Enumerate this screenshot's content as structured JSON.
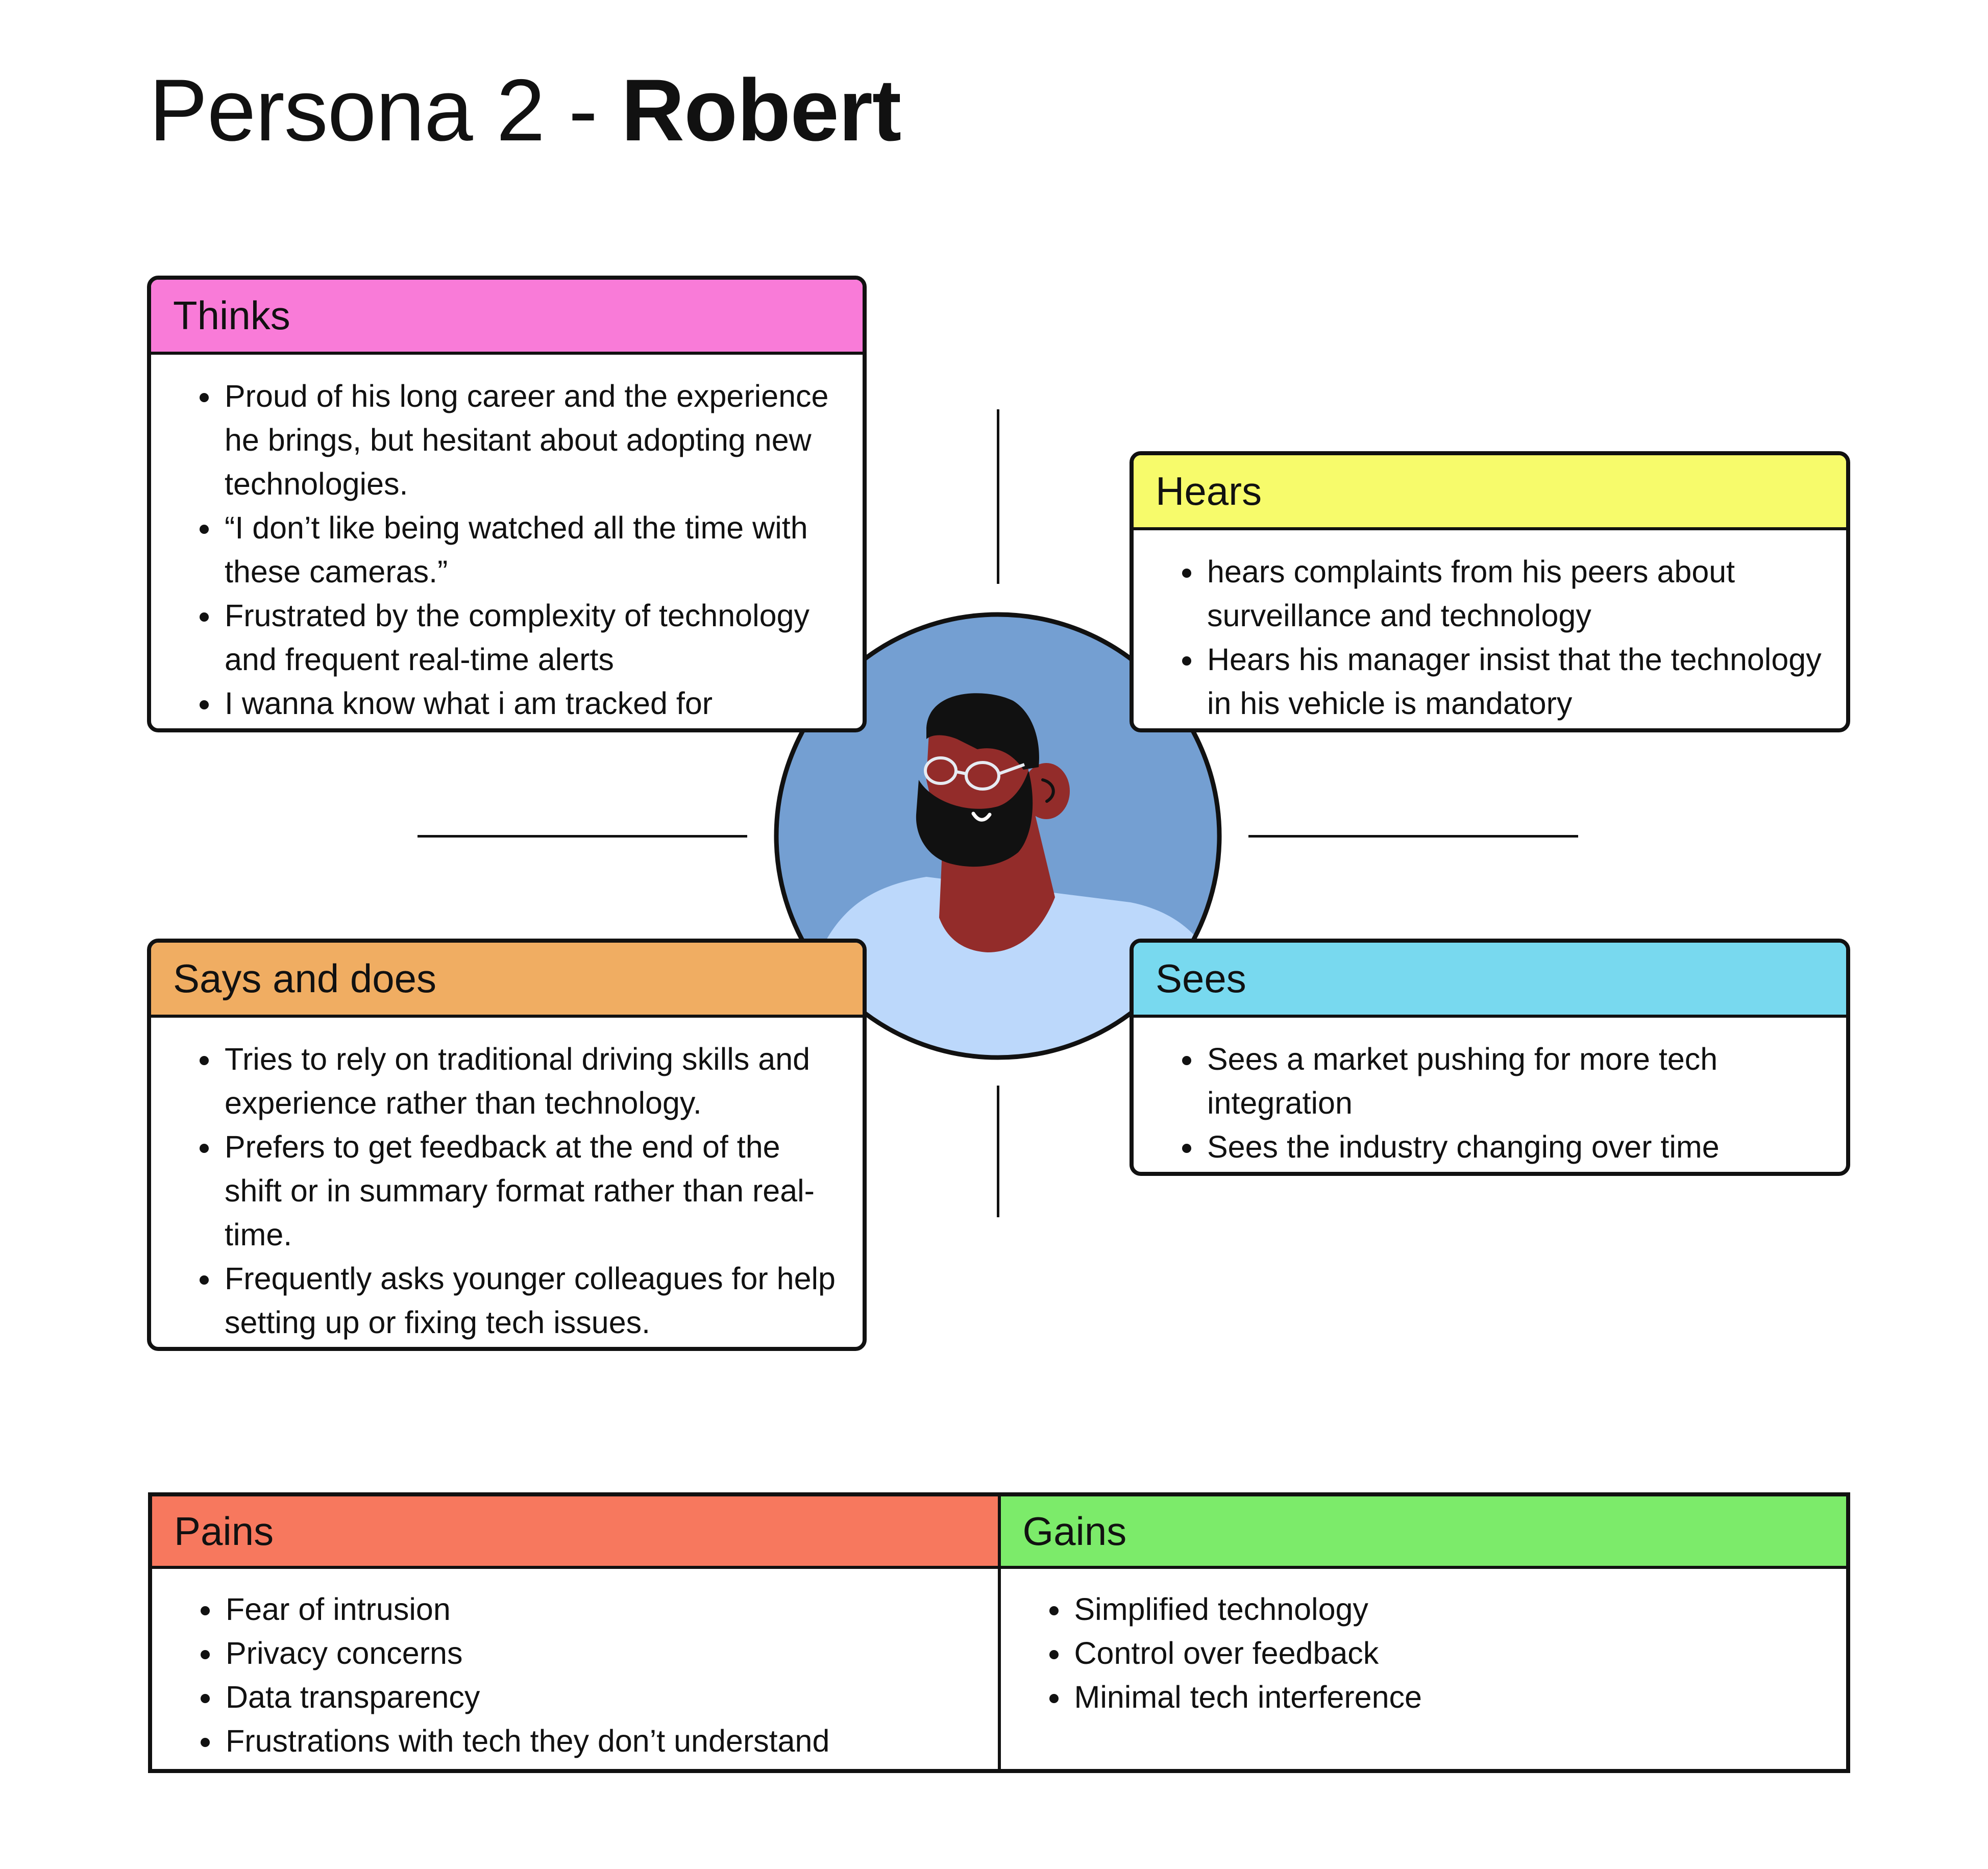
{
  "header": {
    "prefix": "Persona 2 - ",
    "name": "Robert"
  },
  "colors": {
    "thinks": "#f97bd8",
    "hears": "#f7fb6b",
    "says_does": "#f0ad62",
    "sees": "#78d9ef",
    "pains": "#f7785e",
    "gains": "#7ceb6a",
    "portrait_background": "#749fd2",
    "shirt": "#bcd8fb",
    "skin": "#932c2a"
  },
  "avatar": {
    "icon": "bearded-man-with-glasses-portrait"
  },
  "thinks": {
    "title": "Thinks",
    "items": [
      "Proud of his long career and the experience he brings, but hesitant about adopting new technologies.",
      "“I don’t like being watched all the time with these cameras.”",
      "Frustrated by the complexity of technology and frequent real-time alerts",
      "I wanna know what i am tracked for"
    ]
  },
  "hears": {
    "title": "Hears",
    "items": [
      "hears complaints from his peers about surveillance and technology",
      "Hears his manager insist that the technology in his vehicle is mandatory"
    ]
  },
  "says_does": {
    "title": "Says and does",
    "items": [
      "Tries to rely on traditional driving skills and experience rather than technology.",
      "Prefers to get feedback at the end of the shift or in summary format rather than real-time.",
      "Frequently asks younger colleagues for help setting up or fixing tech issues."
    ]
  },
  "sees": {
    "title": "Sees",
    "items": [
      "Sees a market pushing for more tech integration",
      "Sees the industry changing over time"
    ]
  },
  "pains": {
    "title": "Pains",
    "items": [
      "Fear of intrusion",
      "Privacy concerns",
      "Data transparency",
      "Frustrations with tech they don’t understand"
    ]
  },
  "gains": {
    "title": "Gains",
    "items": [
      "Simplified technology",
      "Control over feedback",
      "Minimal tech interference"
    ]
  }
}
